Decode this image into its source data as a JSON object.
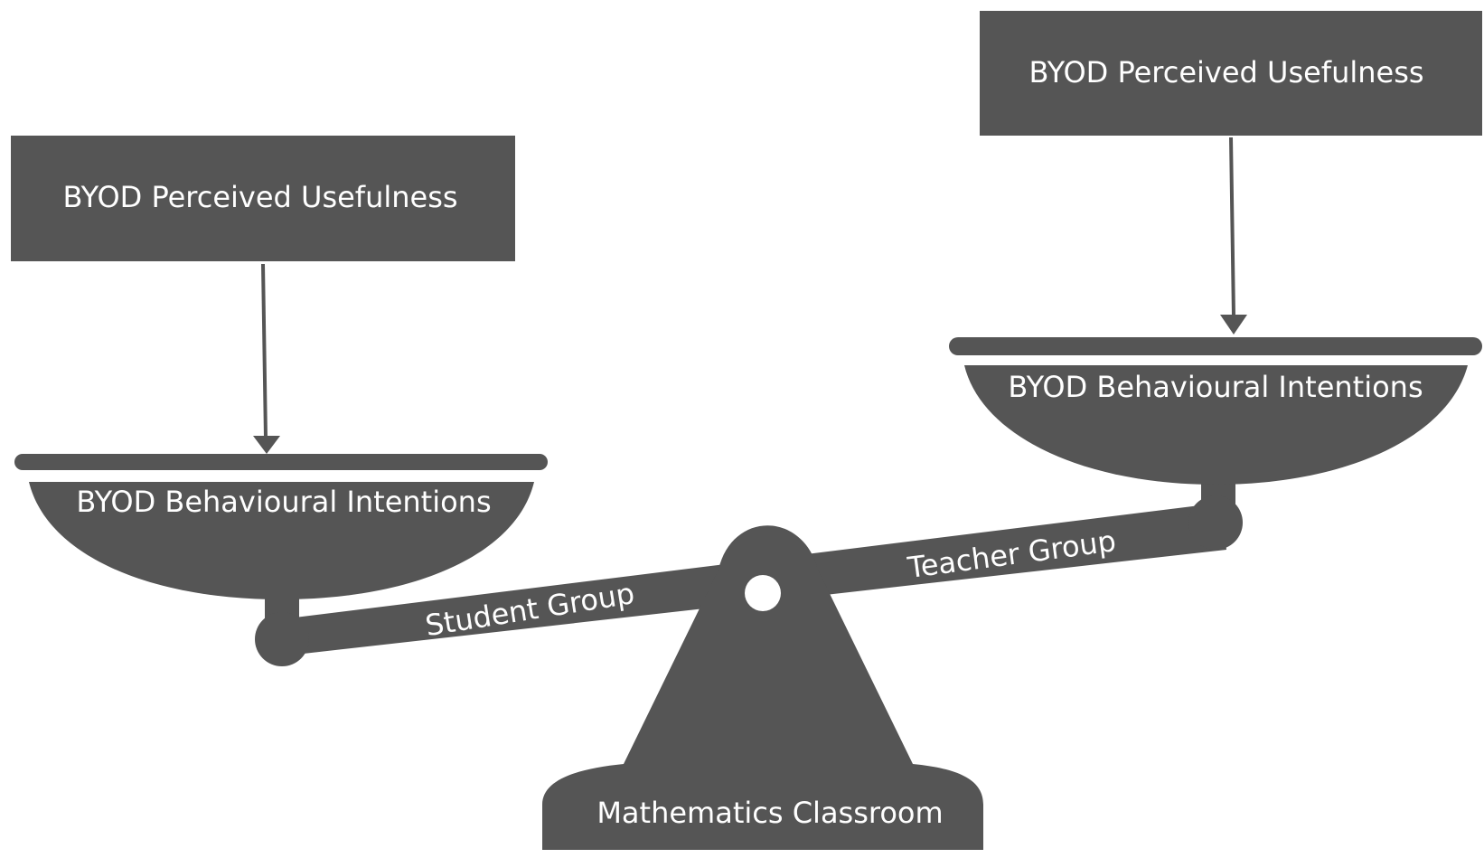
{
  "left": {
    "top_box_label": "BYOD Perceived Usefulness",
    "pan_label": "BYOD Behavioural Intentions",
    "beam_label": "Student Group"
  },
  "right": {
    "top_box_label": "BYOD Perceived Usefulness",
    "pan_label": "BYOD Behavioural Intentions",
    "beam_label": "Teacher  Group"
  },
  "base_label": "Mathematics Classroom",
  "colors": {
    "shape": "#555555",
    "text": "#ffffff",
    "background": "#ffffff"
  }
}
